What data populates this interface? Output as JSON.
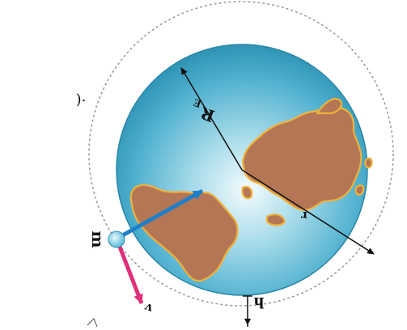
{
  "labels": {
    "radius": "R",
    "radius_sub": "E",
    "orbit_radius": "r",
    "mass": "m",
    "velocity": "v",
    "height": "h",
    "corner_mark": "·("
  },
  "colors": {
    "ocean_light": "#cfeef5",
    "ocean_mid": "#6cc2da",
    "ocean_dark": "#2a8fb0",
    "land": "#b97a5a",
    "land_edge": "#f0b43a",
    "position_vector": "#1f7fc9",
    "velocity_vector": "#e0307a",
    "orbit_circle": "#999999",
    "satellite": "#8fd3ec"
  }
}
